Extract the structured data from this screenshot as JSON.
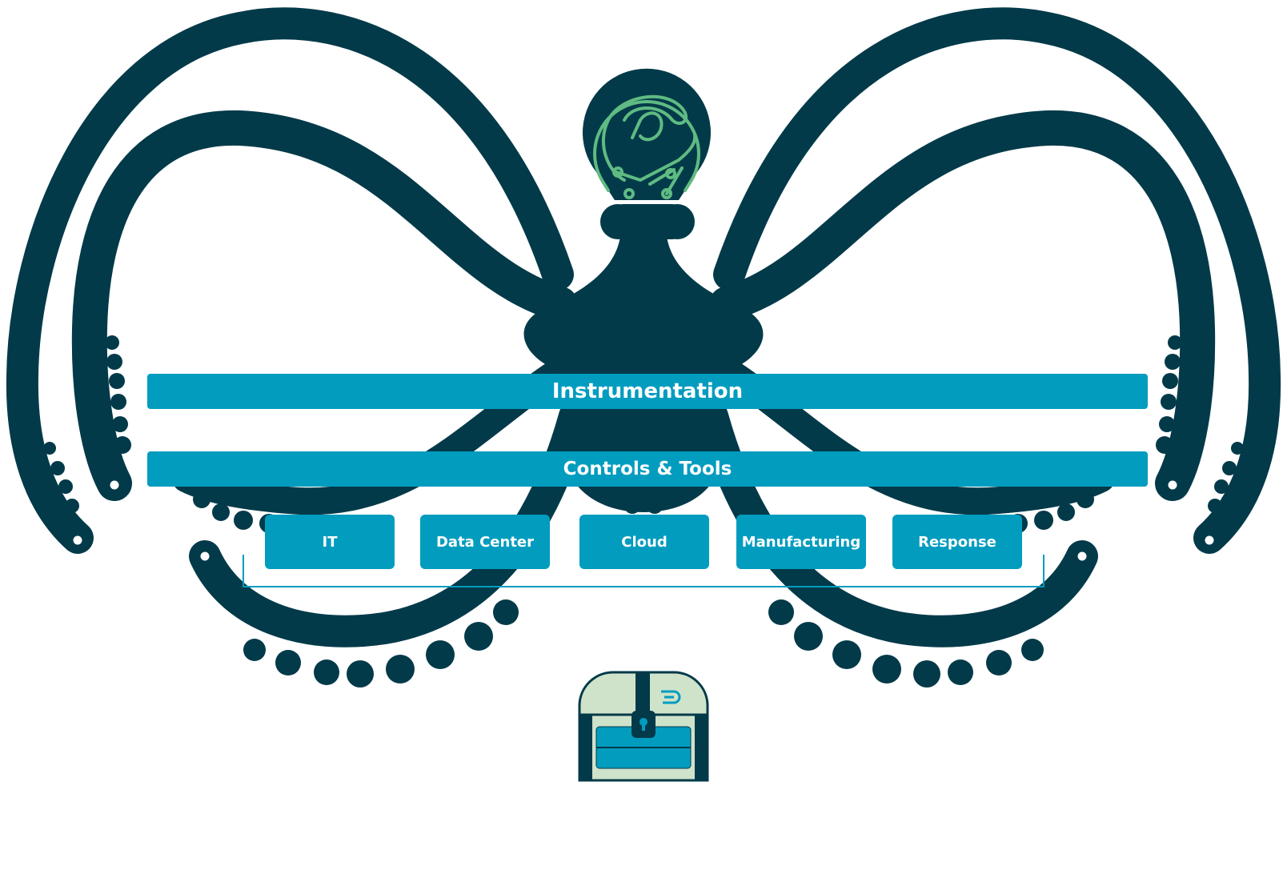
{
  "colors": {
    "octopus": "#033a49",
    "band": "#029cbf",
    "brain_circuit": "#5fbb82",
    "chest_light": "#cfe3cb",
    "white": "#ffffff"
  },
  "layers": {
    "instrumentation": "Instrumentation",
    "controls_tools": "Controls & Tools"
  },
  "domains": [
    {
      "label": "IT"
    },
    {
      "label": "Data Center"
    },
    {
      "label": "Cloud"
    },
    {
      "label": "Manufacturing"
    },
    {
      "label": "Response"
    }
  ],
  "icons": {
    "brain": "circuit-brain-icon",
    "chest": "treasure-chest-icon"
  }
}
